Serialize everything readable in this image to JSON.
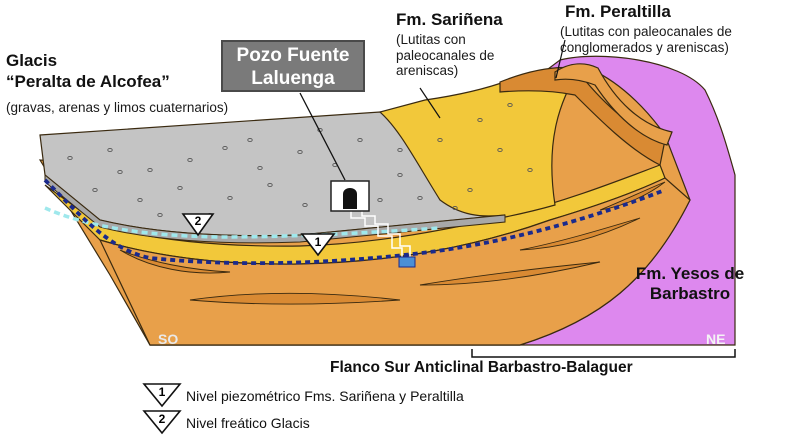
{
  "labels": {
    "glacis_title": "Glacis",
    "glacis_name": "“Peralta de Alcofea”",
    "glacis_sub": "(gravas, arenas y limos cuaternarios)",
    "pozo_line1": "Pozo Fuente",
    "pozo_line2": "Laluenga",
    "sarinena_title": "Fm. Sariñena",
    "sarinena_sub": "(Lutitas con paleocanales de areniscas)",
    "peraltilla_title": "Fm. Peraltilla",
    "peraltilla_sub": "(Lutitas con paleocanales de conglomerados y areniscas)",
    "yesos_line1": "Fm. Yesos de",
    "yesos_line2": "Barbastro",
    "so": "SO",
    "ne": "NE",
    "flanco": "Flanco Sur Anticlinal Barbastro-Balaguer",
    "marker1": "1",
    "marker2": "2"
  },
  "legend": [
    {
      "number": "1",
      "text": "Nivel piezométrico Fms. Sariñena y Peraltilla"
    },
    {
      "number": "2",
      "text": "Nivel freático Glacis"
    }
  ],
  "colors": {
    "glacis": "#c4c4c4",
    "glacis_side": "#a8a8a8",
    "sarinena": "#f2c83a",
    "peraltilla": "#e8a04a",
    "peraltilla_dark": "#d98a33",
    "yesos": "#dd88ee",
    "piezometric_line": "#1b2a8c",
    "phreatic_line": "#9fe8ec",
    "water": "#4a8fd6",
    "outline": "#3a2a10"
  }
}
